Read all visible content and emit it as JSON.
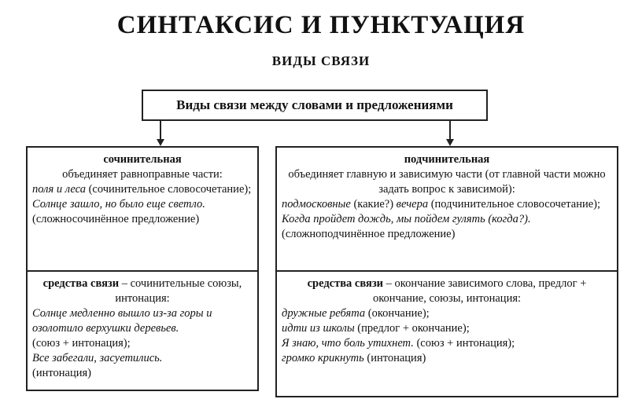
{
  "title": "СИНТАКСИС И ПУНКТУАЦИЯ",
  "subtitle": "ВИДЫ СВЯЗИ",
  "top_box": "Виды связи между словами и предложениями",
  "left": {
    "heading": "сочинительная",
    "desc": "объединяет равноправные части:",
    "ex1_italic": "поля и леса",
    "ex1_rest": " (сочинительное словосочетание);",
    "ex2_italic": "Солнце зашло, но было еще светло.",
    "ex2_rest": "(сложносочинённое предложение)",
    "means_bold": "средства связи",
    "means_rest": " – сочинительные союзы, интонация:",
    "m1_italic": "Солнце медленно вышло из-за горы и озолотило верхушки деревьев.",
    "m1_rest": "(союз + интонация);",
    "m2_italic": "Все забегали, засуетились.",
    "m2_rest": "(интонация)"
  },
  "right": {
    "heading": "подчинительная",
    "desc": "объединяет главную и зависимую части (от главной части можно задать вопрос к зависимой):",
    "ex1_italic_a": "подмосковные",
    "ex1_q": " (какие?) ",
    "ex1_italic_b": "вечера",
    "ex1_rest": " (подчинительное словосочетание);",
    "ex2_italic": "Когда пройдет дождь, мы пойдем гулять (когда?).",
    "ex2_rest": "(сложноподчинённое предложение)",
    "means_bold": "средства связи",
    "means_rest": " – окончание зависимого слова, предлог + окончание, союзы, интонация:",
    "m1_italic": "дружные ребята",
    "m1_rest": " (окончание);",
    "m2_italic": "идти из школы",
    "m2_rest": " (предлог + окончание);",
    "m3_italic": "Я знаю, что боль утихнет.",
    "m3_rest": " (союз + интонация);",
    "m4_italic": "громко крикнуть",
    "m4_rest": " (интонация)"
  }
}
